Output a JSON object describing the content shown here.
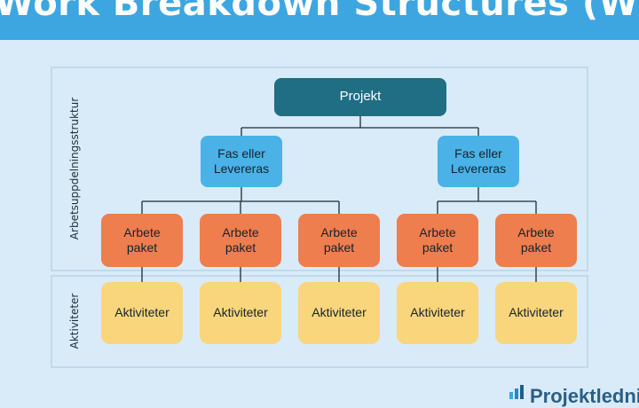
{
  "banner": {
    "title": "Work Breakdown Structures (WBS)"
  },
  "labels": {
    "structure": "Arbetsuppdelningsstruktur",
    "activities": "Aktiviteter"
  },
  "root": "Projekt",
  "phases": [
    {
      "line1": "Fas eller",
      "line2": "Levereras"
    },
    {
      "line1": "Fas eller",
      "line2": "Levereras"
    }
  ],
  "work_packages": [
    {
      "line1": "Arbete",
      "line2": "paket"
    },
    {
      "line1": "Arbete",
      "line2": "paket"
    },
    {
      "line1": "Arbete",
      "line2": "paket"
    },
    {
      "line1": "Arbete",
      "line2": "paket"
    },
    {
      "line1": "Arbete",
      "line2": "paket"
    }
  ],
  "activities": [
    "Aktiviteter",
    "Aktiviteter",
    "Aktiviteter",
    "Aktiviteter",
    "Aktiviteter"
  ],
  "brand": {
    "name": "Projektledni",
    "icon": "bar-chart-logo-icon"
  },
  "colors": {
    "banner": "#3da6e0",
    "root": "#1f6e84",
    "phase": "#4ab2e6",
    "work_package": "#ee7e4d",
    "activity": "#f9d57c"
  }
}
